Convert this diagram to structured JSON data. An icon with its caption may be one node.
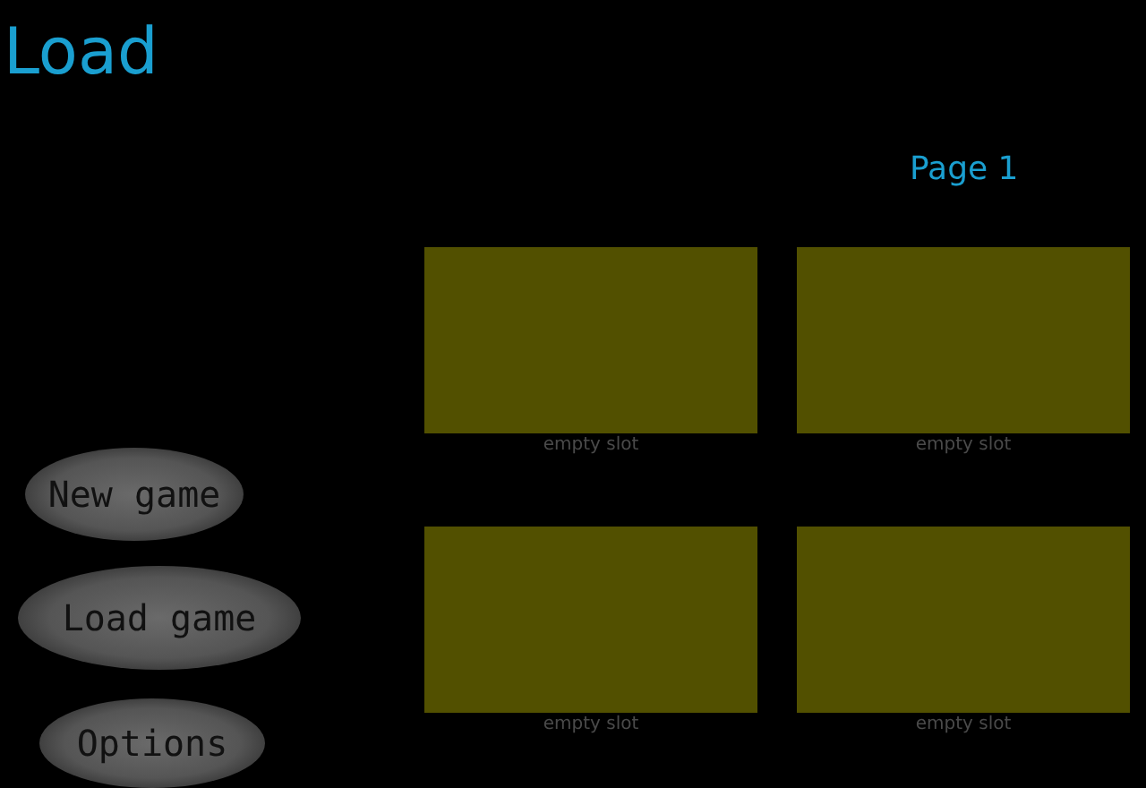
{
  "diagram": {
    "title": "Load",
    "nodes": [
      {
        "text": [
          "New game"
        ]
      },
      {
        "text": [
          "Load game"
        ]
      },
      {
        "text": [
          "Options"
        ]
      },
      {
        "text": [],
        "shape": "box",
        "beside": [
          "empty slot"
        ]
      },
      {
        "text": [],
        "shape": "box",
        "beside": [
          "empty slot"
        ]
      },
      {
        "text": [],
        "shape": "box",
        "beside": [
          "empty slot"
        ]
      },
      {
        "text": [],
        "shape": "box",
        "beside": [
          "empty slot"
        ]
      }
    ],
    "edges": [],
    "labels": [
      "Page 1"
    ]
  }
}
